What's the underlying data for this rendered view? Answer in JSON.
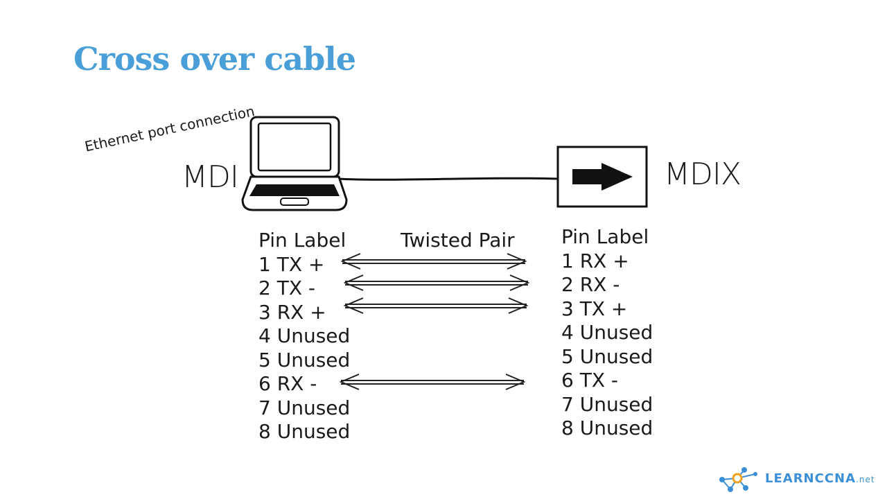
{
  "title": "Cross over cable",
  "annotation": "Ethernet port connection",
  "left_device_label": "MDI",
  "right_device_label": "MDIX",
  "cable_label": "Twisted Pair",
  "left_table": {
    "header": "Pin Label",
    "rows": [
      "1 TX +",
      "2 TX -",
      "3 RX +",
      "4 Unused",
      "5 Unused",
      "6 RX -",
      "7 Unused",
      "8 Unused"
    ]
  },
  "right_table": {
    "header": "Pin Label",
    "rows": [
      "1 RX +",
      "2 RX -",
      "3 TX +",
      "4 Unused",
      "5 Unused",
      "6 TX -",
      "7 Unused",
      "8 Unused"
    ]
  },
  "logo": {
    "main": "LEARNCCNA",
    "suffix": ".net"
  },
  "colors": {
    "title": "#4a9fd8",
    "logo": "#3b8fd6",
    "ink": "#1a1a1a"
  }
}
